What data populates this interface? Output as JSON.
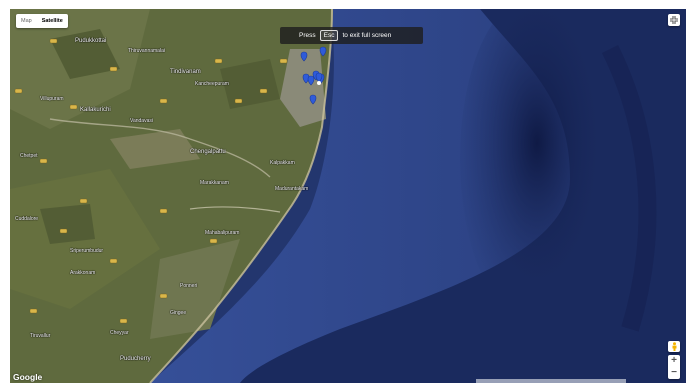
{
  "map_type": {
    "map_label": "Map",
    "satellite_label": "Satellite",
    "selected": "Satellite"
  },
  "fullscreen_banner": {
    "press": "Press",
    "key": "Esc",
    "suffix": "to exit full screen"
  },
  "zoom": {
    "in": "+",
    "out": "−"
  },
  "branding": {
    "logo": "Google"
  },
  "place_labels": [
    "Pudukkottai",
    "Thiruvannamalai",
    "Tindivanam",
    "Chengalpattu",
    "Kalpakkam",
    "Villupuram",
    "Kallakurichi",
    "Puducherry",
    "Chetpet",
    "Vandavasi",
    "Kancheepuram",
    "Madurantakam",
    "Mahabalipuram",
    "Sriperumbudur",
    "Arakkonam",
    "Ponneri",
    "Gingee",
    "Tiruvallur",
    "Cheyyar",
    "Marakkanam",
    "Cuddalore"
  ],
  "markers": {
    "count": 8,
    "color": "#2f5bd9"
  },
  "colors": {
    "ocean": "#23366e",
    "land": "#5f6a3e",
    "marker": "#2f5bd9"
  },
  "icons": {
    "fullscreen": "fullscreen-exit-icon",
    "pegman": "pegman-icon",
    "marker": "map-pin-icon"
  }
}
